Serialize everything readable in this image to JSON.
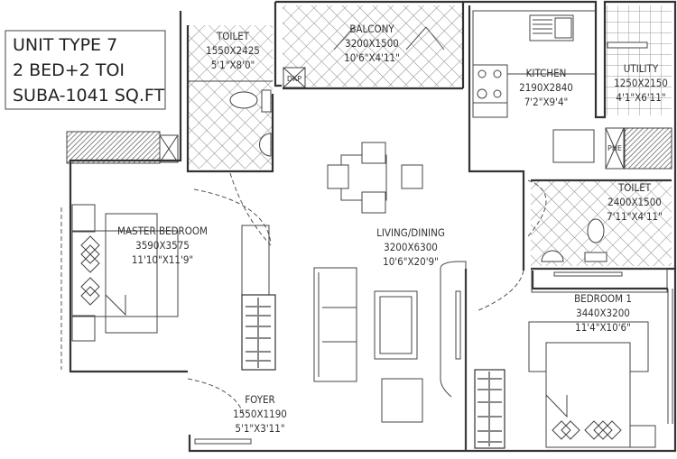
{
  "unit_info": {
    "line1": "UNIT TYPE 7",
    "line2": "2 BED+2 TOI",
    "line3": "SUBA-1041 SQ.FT"
  },
  "rooms": {
    "toilet_1": {
      "name": "TOILET",
      "size_mm": "1550X2425",
      "size_ft": "5'1\"X8'0\""
    },
    "balcony": {
      "name": "BALCONY",
      "size_mm": "3200X1500",
      "size_ft": "10'6\"X4'11\""
    },
    "kitchen": {
      "name": "KITCHEN",
      "size_mm": "2190X2840",
      "size_ft": "7'2\"X9'4\""
    },
    "utility": {
      "name": "UTILITY",
      "size_mm": "1250X2150",
      "size_ft": "4'1\"X6'11\""
    },
    "toilet_2": {
      "name": "TOILET",
      "size_mm": "2400X1500",
      "size_ft": "7'11\"X4'11\""
    },
    "master_bedroom": {
      "name": "MASTER BEDROOM",
      "size_mm": "3590X3575",
      "size_ft": "11'10\"X11'9\""
    },
    "living_dining": {
      "name": "LIVING/DINING",
      "size_mm": "3200X6300",
      "size_ft": "10'6\"X20'9\""
    },
    "bedroom_1": {
      "name": "BEDROOM 1",
      "size_mm": "3440X3200",
      "size_ft": "11'4\"X10'6\""
    },
    "foyer": {
      "name": "FOYER",
      "size_mm": "1550X1190",
      "size_ft": "5'1\"X3'11\""
    }
  },
  "shafts": {
    "dkp": "DKP",
    "phe": "PHE"
  },
  "colors": {
    "line": "#333333",
    "hatch": "#777777",
    "background": "#ffffff"
  }
}
